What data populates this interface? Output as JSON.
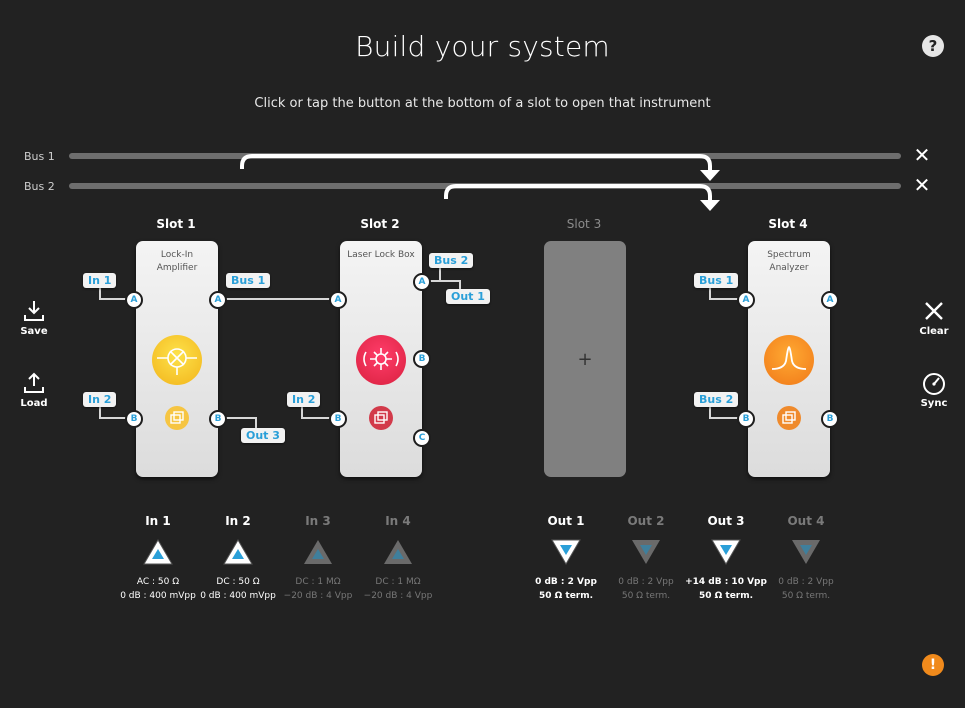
{
  "header": {
    "title": "Build your system",
    "subtitle": "Click or tap the button at the bottom of a slot to open that instrument",
    "help_icon": "?"
  },
  "buses": [
    {
      "label": "Bus 1",
      "close_icon": "✕"
    },
    {
      "label": "Bus 2",
      "close_icon": "✕"
    }
  ],
  "slots": [
    {
      "title": "Slot 1",
      "instrument": "Lock-In Amplifier",
      "color": "#f2b41b"
    },
    {
      "title": "Slot 2",
      "instrument": "Laser Lock Box",
      "color": "#d9213f"
    },
    {
      "title": "Slot 3",
      "instrument": "",
      "empty_symbol": "+"
    },
    {
      "title": "Slot 4",
      "instrument": "Spectrum Analyzer",
      "color": "#f07818"
    }
  ],
  "ports": {
    "a": "A",
    "b": "B",
    "c": "C"
  },
  "tags": {
    "in1": "In 1",
    "in2": "In 2",
    "bus1": "Bus 1",
    "bus2": "Bus 2",
    "out1": "Out 1",
    "out3": "Out 3"
  },
  "sidebar_left": {
    "save": "Save",
    "load": "Load"
  },
  "sidebar_right": {
    "clear": "Clear",
    "sync": "Sync"
  },
  "inputs": [
    {
      "label": "In 1",
      "line1": "AC : 50 Ω",
      "line2": "0 dB : 400 mVpp",
      "active": true
    },
    {
      "label": "In 2",
      "line1": "DC : 50 Ω",
      "line2": "0 dB : 400 mVpp",
      "active": true
    },
    {
      "label": "In 3",
      "line1": "DC : 1 MΩ",
      "line2": "−20 dB : 4 Vpp",
      "active": false
    },
    {
      "label": "In 4",
      "line1": "DC : 1 MΩ",
      "line2": "−20 dB : 4 Vpp",
      "active": false
    }
  ],
  "outputs": [
    {
      "label": "Out 1",
      "line1": "0 dB : 2 Vpp",
      "line2": "50 Ω term.",
      "active": true
    },
    {
      "label": "Out 2",
      "line1": "0 dB : 2 Vpp",
      "line2": "50 Ω term.",
      "active": false
    },
    {
      "label": "Out 3",
      "line1": "+14 dB : 10 Vpp",
      "line2": "50 Ω term.",
      "active": true
    },
    {
      "label": "Out 4",
      "line1": "0 dB : 2 Vpp",
      "line2": "50 Ω term.",
      "active": false
    }
  ],
  "warning_icon": "!",
  "colors": {
    "background": "#222222",
    "accent": "#2a9fd8",
    "bus": "#6e6e6e",
    "warning": "#f08a1c"
  }
}
